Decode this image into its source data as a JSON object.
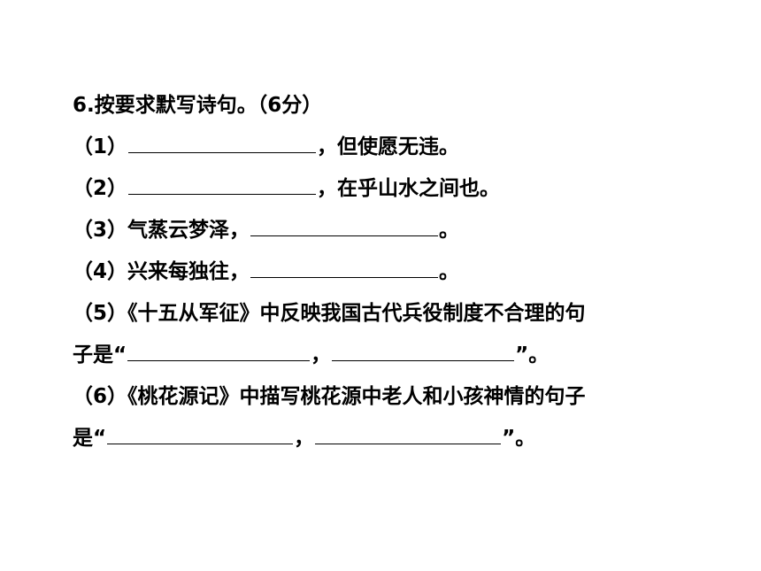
{
  "question": {
    "title": "6.按要求默写诗句。（6分）",
    "items": [
      {
        "num": "（1）",
        "before": "",
        "after": "，但使愿无违。"
      },
      {
        "num": "（2）",
        "before": "",
        "after": "，在乎山水之间也。"
      },
      {
        "num": "（3）",
        "before": "气蒸云梦泽，",
        "after": "。"
      },
      {
        "num": "（4）",
        "before": "兴来每独往，",
        "after": "。"
      },
      {
        "num": "（5）",
        "before": "《十五从军征》中反映我国古代兵役制度不合理的句",
        "line2_start": "子是“",
        "mid": "，",
        "end": "”。"
      },
      {
        "num": "（6）",
        "before": "《桃花源记》中描写桃花源中老人和小孩神情的句子",
        "line2_start": "是“",
        "mid": "，",
        "end": "”。"
      }
    ]
  }
}
